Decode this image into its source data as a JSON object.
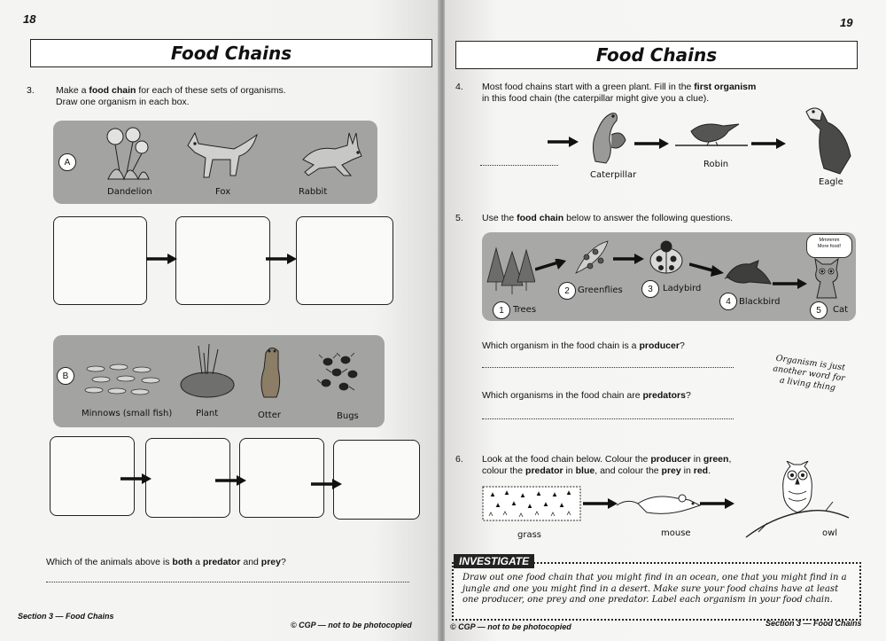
{
  "left_page": {
    "page_number": "18",
    "title": "Food Chains",
    "q3": {
      "number": "3.",
      "text_line1_a": "Make a ",
      "text_line1_b": "food chain",
      "text_line1_c": " for each of these sets of organisms.",
      "text_line2": "Draw one organism in each box.",
      "set_a": {
        "tag": "A",
        "organisms": [
          "Dandelion",
          "Fox",
          "Rabbit"
        ]
      },
      "set_b": {
        "tag": "B",
        "organisms": [
          "Minnows (small fish)",
          "Plant",
          "Otter",
          "Bugs"
        ]
      },
      "followup_a": "Which of the animals above is ",
      "followup_b": "both",
      "followup_c": " a ",
      "followup_d": "predator",
      "followup_e": " and ",
      "followup_f": "prey",
      "followup_g": "?"
    },
    "footer_left": "Section 3 — Food Chains",
    "footer_right": "© CGP — not to be photocopied"
  },
  "right_page": {
    "page_number": "19",
    "title": "Food Chains",
    "q4": {
      "number": "4.",
      "line1_a": "Most food chains start with a green plant.  Fill in the ",
      "line1_b": "first organism",
      "line2": "in this food chain (the caterpillar might give you a clue).",
      "organisms": [
        "Caterpillar",
        "Robin",
        "Eagle"
      ]
    },
    "q5": {
      "number": "5.",
      "line_a": "Use the ",
      "line_b": "food chain",
      "line_c": " below to answer the following questions.",
      "chain": [
        {
          "n": "1",
          "name": "Trees"
        },
        {
          "n": "2",
          "name": "Greenflies"
        },
        {
          "n": "3",
          "name": "Ladybird"
        },
        {
          "n": "4",
          "name": "Blackbird"
        },
        {
          "n": "5",
          "name": "Cat"
        }
      ],
      "bubble": "Mmmmm\nMore food!",
      "q_producer_a": "Which organism in the food chain is a ",
      "q_producer_b": "producer",
      "q_producer_c": "?",
      "q_predators_a": "Which organisms in the food chain are ",
      "q_predators_b": "predators",
      "q_predators_c": "?",
      "note": "Organism is just another word for a living thing"
    },
    "q6": {
      "number": "6.",
      "line1": "Look at the food chain below.  Colour the ",
      "line1_b": "producer",
      "line1_c": " in ",
      "line1_d": "green",
      "line1_e": ",",
      "line2": "colour the ",
      "line2_b": "predator",
      "line2_c": " in ",
      "line2_d": "blue",
      "line2_e": ", and colour the ",
      "line2_f": "prey",
      "line2_g": " in ",
      "line2_h": "red",
      "line2_i": ".",
      "organisms": [
        "grass",
        "mouse",
        "owl"
      ]
    },
    "investigate": {
      "tag": "INVESTIGATE",
      "text": "Draw out one food chain that you might find in an ocean, one that you might find in a jungle and one you might find in a desert.  Make sure your food chains have at least one producer, one prey and one predator.  Label each organism in your food chain."
    },
    "footer_left": "© CGP — not to be photocopied",
    "footer_right": "Section 3 — Food Chains"
  }
}
